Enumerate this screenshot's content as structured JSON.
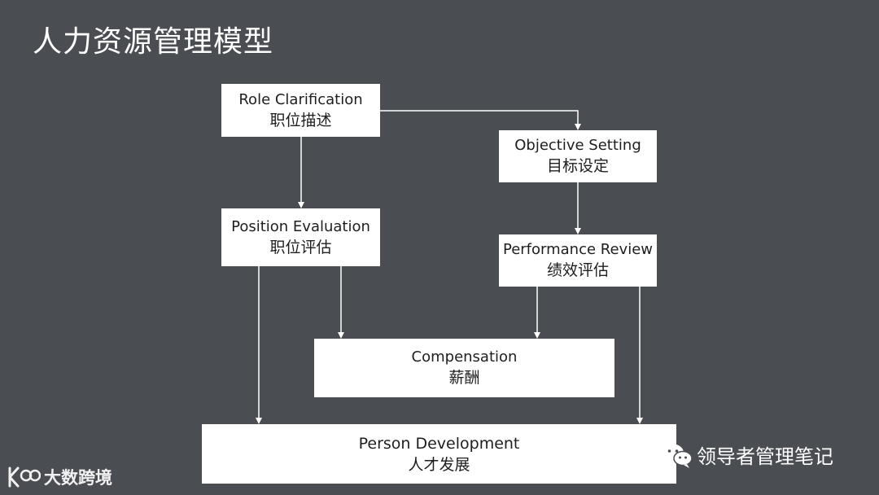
{
  "title": "人力资源管理模型",
  "boxes": {
    "role": {
      "en": "Role Clarification",
      "zh": "职位描述"
    },
    "objective": {
      "en": "Objective Setting",
      "zh": "目标设定"
    },
    "position": {
      "en": "Position Evaluation",
      "zh": "职位评估"
    },
    "performance": {
      "en": "Performance Review",
      "zh": "绩效评估"
    },
    "compensation": {
      "en": "Compensation",
      "zh": "薪酬"
    },
    "person": {
      "en": "Person Development",
      "zh": "人才发展"
    }
  },
  "watermarks": {
    "right": "领导者管理笔记",
    "left": "大数跨境"
  },
  "icons": {
    "right": "wechat-icon",
    "left": "brand-logo-icon"
  },
  "colors": {
    "background": "#4a4d52",
    "box": "#ffffff",
    "connector": "#ffffff",
    "text": "#1e1e1e"
  }
}
